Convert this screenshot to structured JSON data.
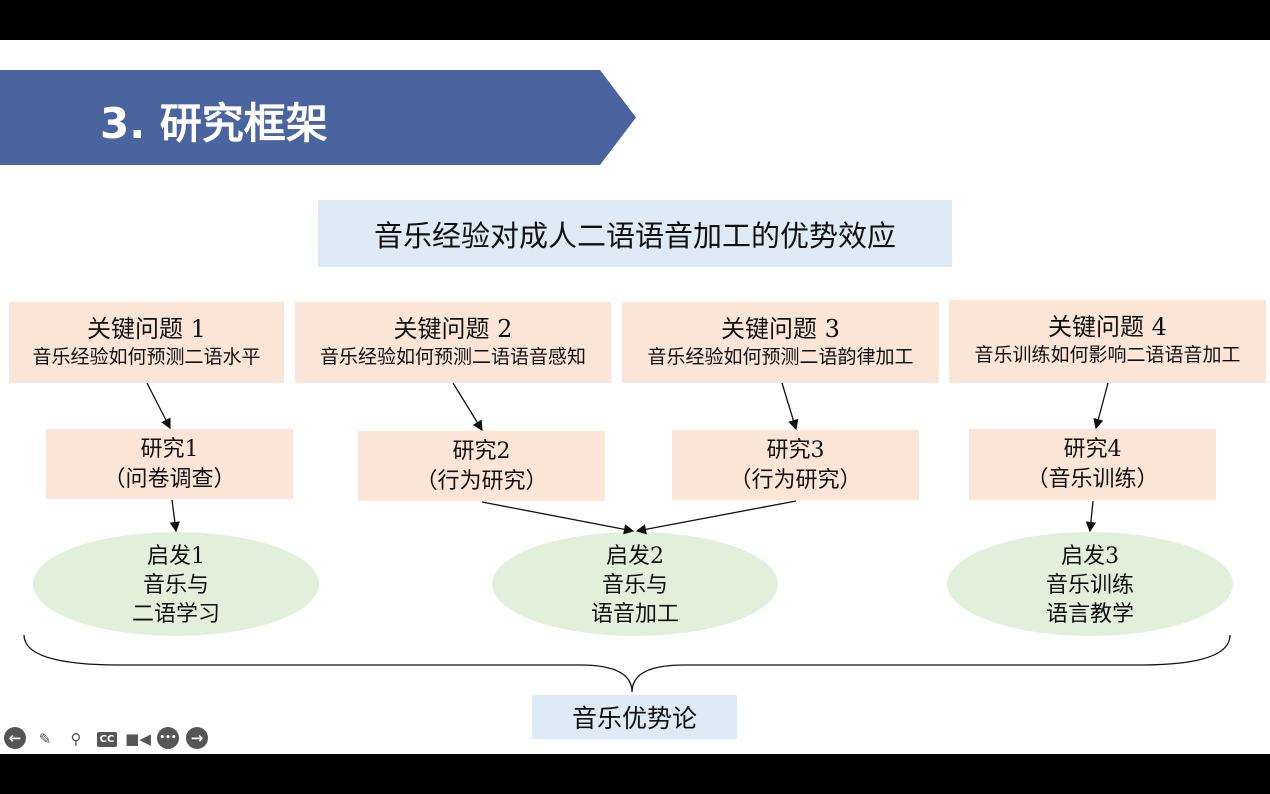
{
  "title": "3. 研究框架",
  "main_claim": "音乐经验对成人二语语音加工的优势效应",
  "questions": [
    {
      "title": "关键问题  1",
      "sub": "音乐经验如何预测二语水平"
    },
    {
      "title": "关键问题  2",
      "sub": "音乐经验如何预测二语语音感知"
    },
    {
      "title": "关键问题  3",
      "sub": "音乐经验如何预测二语韵律加工"
    },
    {
      "title": "关键问题  4",
      "sub": "音乐训练如何影响二语语音加工"
    }
  ],
  "studies": [
    {
      "title": "研究1",
      "method": "（问卷调查）"
    },
    {
      "title": "研究2",
      "method": "（行为研究）"
    },
    {
      "title": "研究3",
      "method": "（行为研究）"
    },
    {
      "title": "研究4",
      "method": "（音乐训练）"
    }
  ],
  "insights": [
    {
      "title": "启发1",
      "l1": "音乐与",
      "l2": "二语学习"
    },
    {
      "title": "启发2",
      "l1": "音乐与",
      "l2": "语音加工"
    },
    {
      "title": "启发3",
      "l1": "音乐训练",
      "l2": "语言教学"
    }
  ],
  "conclusion": "音乐优势论",
  "toolbar": {
    "prev": "←",
    "cc": "CC",
    "more": "•••",
    "next": "→"
  }
}
